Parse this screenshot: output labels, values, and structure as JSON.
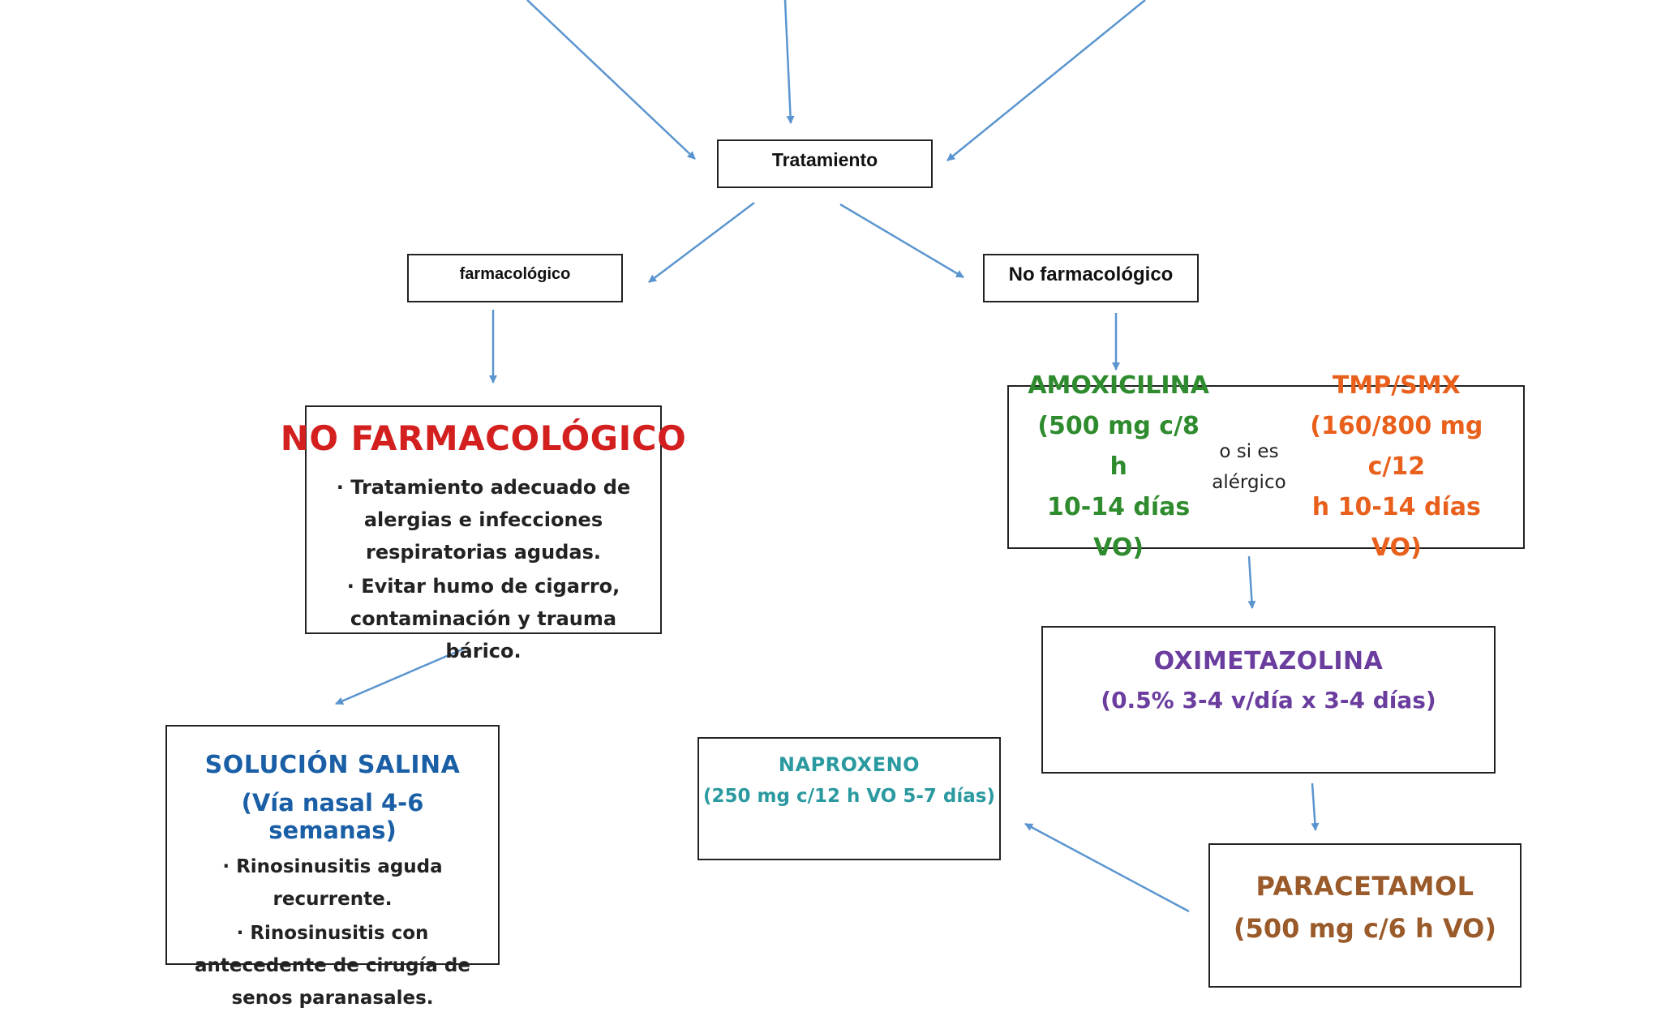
{
  "colors": {
    "arrow": "#5b95cf",
    "border": "#222222",
    "no_farm_title": "#d41f1f",
    "amoxicilina": "#2e8b2e",
    "tmp_smx": "#e8601c",
    "oximetazolina": "#6b3d9e",
    "solucion_salina": "#1a5fa6",
    "naproxeno": "#2a9aa0",
    "paracetamol": "#9a5a2a"
  },
  "nodes": {
    "tratamiento": "Tratamiento",
    "farmacologico": "farmacológico",
    "no_farmacologico_label": "No farmacológico"
  },
  "no_farm_card": {
    "title": "NO FARMACOLÓGICO",
    "bullets": [
      "· Tratamiento adecuado de alergias e infecciones respiratorias agudas.",
      "· Evitar humo de cigarro, contaminación y trauma bárico."
    ]
  },
  "antibiotic_card": {
    "amoxicilina": {
      "name": "AMOXICILINA",
      "dose_1": "(500 mg c/8 h",
      "dose_2": "10-14 días VO)"
    },
    "alt_1": "o si es",
    "alt_2": "alérgico",
    "tmp_smx": {
      "name": "TMP/SMX",
      "dose_1": "(160/800 mg c/12",
      "dose_2": "h 10-14 días VO)"
    }
  },
  "oximetazolina_card": {
    "name": "OXIMETAZOLINA",
    "dose": "(0.5% 3-4 v/día x 3-4 días)"
  },
  "solucion_card": {
    "title": "SOLUCIÓN SALINA",
    "dose": "(Vía nasal 4-6 semanas)",
    "bullets": [
      "· Rinosinusitis aguda recurrente.",
      "· Rinosinusitis con antecedente de cirugía de senos paranasales."
    ]
  },
  "naproxeno_card": {
    "name": "NAPROXENO",
    "dose": "(250 mg c/12 h VO 5-7 días)"
  },
  "paracetamol_card": {
    "name": "PARACETAMOL",
    "dose": "(500 mg c/6 h VO)"
  }
}
